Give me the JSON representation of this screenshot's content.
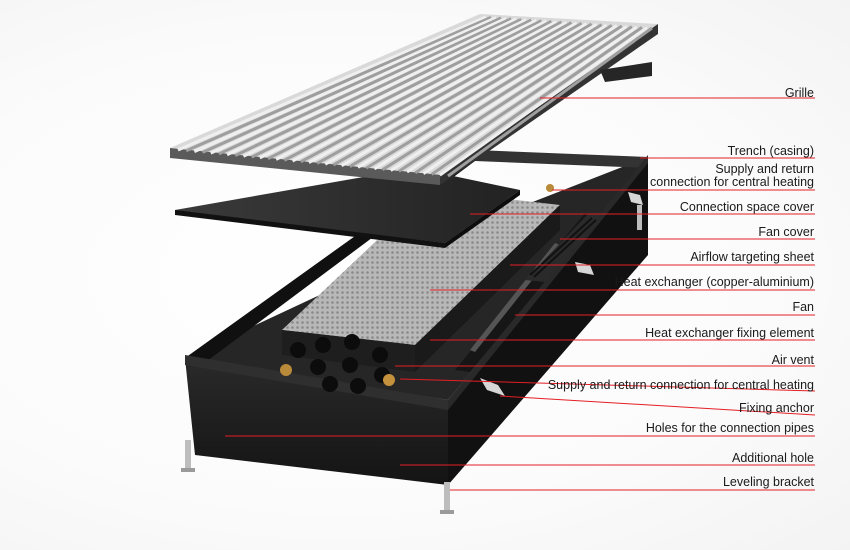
{
  "diagram": {
    "colors": {
      "leader": "#e31e24",
      "casing": "#1c1c1c",
      "grille": "#bdbdbd",
      "exchanger": "#9a9a9a"
    },
    "labels": {
      "grille": "Grille",
      "trench": "Trench (casing)",
      "supply_top_line1": "Supply and return",
      "supply_top_line2": "connection for central heating",
      "connection_cover": "Connection space cover",
      "fan_cover": "Fan cover",
      "airflow_sheet": "Airflow targeting sheet",
      "heat_exchanger": "Heat exchanger  (copper-aluminium)",
      "fan": "Fan",
      "fixing_element": "Heat exchanger fixing element",
      "air_vent": "Air vent",
      "supply_bottom": "Supply and return connection for central heating",
      "fixing_anchor": "Fixing anchor",
      "holes": "Holes for the connection pipes",
      "additional_hole": "Additional hole",
      "leveling_bracket": "Leveling bracket"
    }
  }
}
